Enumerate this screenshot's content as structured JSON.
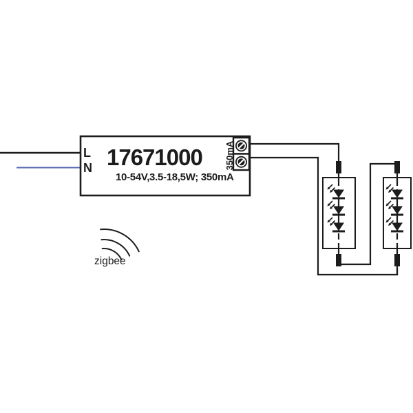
{
  "diagram": {
    "kind": "led-driver-wiring-diagram",
    "driver": {
      "model": "17671000",
      "spec": "10-54V,3.5-18,5W; 350mA",
      "input_terminals": {
        "line": "L",
        "neutral": "N"
      },
      "output_label": "350mA",
      "output_terminal_count": 2
    },
    "wireless": {
      "label": "zigbee"
    },
    "led_modules": {
      "count": 2,
      "leds_per_module": 3,
      "connection": "series"
    },
    "colors": {
      "line": "#1c1c1c",
      "neutral_wire": "#5766b2",
      "background": "#ffffff"
    }
  }
}
